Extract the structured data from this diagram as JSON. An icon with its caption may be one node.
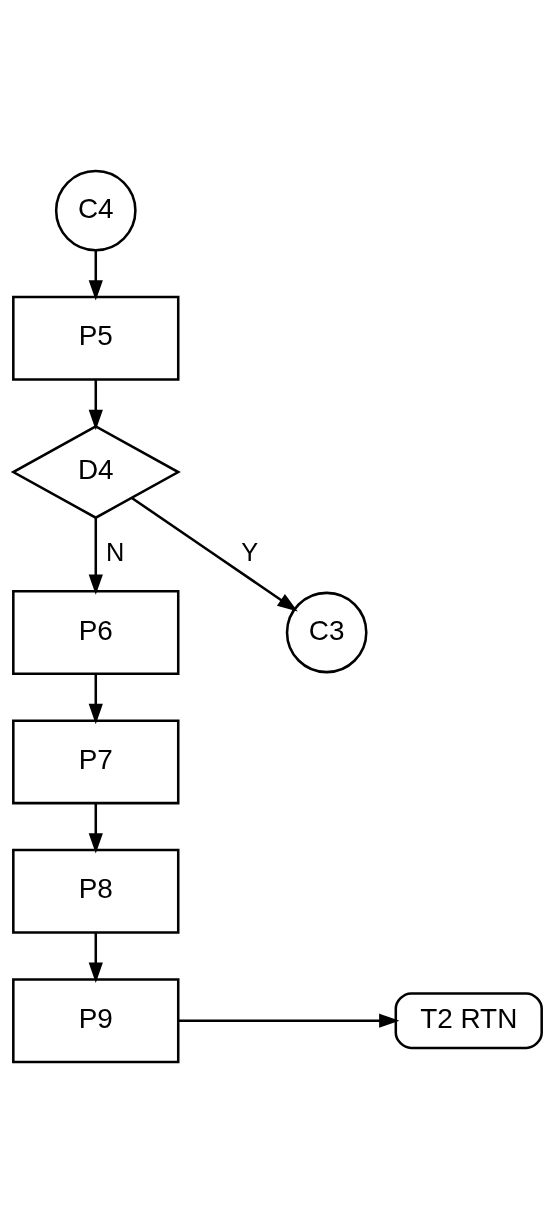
{
  "diagram": {
    "nodes": [
      {
        "text": [
          "C4"
        ]
      },
      {
        "text": [
          "P5"
        ]
      },
      {
        "text": [
          "D4"
        ]
      },
      {
        "text": [
          "P6"
        ]
      },
      {
        "text": [
          "P7"
        ]
      },
      {
        "text": [
          "P8"
        ]
      },
      {
        "text": [
          "P9"
        ]
      },
      {
        "text": [
          "C3"
        ]
      },
      {
        "text": [
          "T2 RTN"
        ]
      }
    ],
    "edges": [
      {
        "from": 0,
        "to": 1,
        "arrow": "to"
      },
      {
        "from": 1,
        "to": 2,
        "arrow": "to"
      },
      {
        "from": 2,
        "to": 3,
        "arrow": "to",
        "label": "N"
      },
      {
        "from": 2,
        "to": 7,
        "arrow": "to",
        "label": "Y"
      },
      {
        "from": 3,
        "to": 4,
        "arrow": "to"
      },
      {
        "from": 4,
        "to": 5,
        "arrow": "to"
      },
      {
        "from": 5,
        "to": 6,
        "arrow": "to"
      },
      {
        "from": 6,
        "to": 8,
        "arrow": "to"
      }
    ]
  }
}
